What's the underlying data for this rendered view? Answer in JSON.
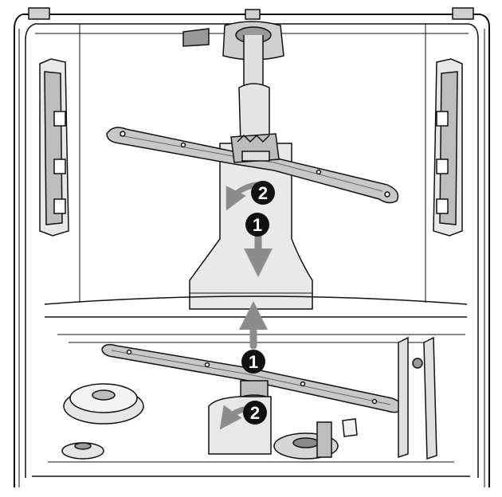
{
  "diagram": {
    "callouts": {
      "upper_down": "1",
      "upper_rotate": "2",
      "lower_up": "1",
      "lower_rotate": "2"
    },
    "colors": {
      "line": "#111111",
      "fill_light": "#eeeeee",
      "fill_mid": "#d6d6d6",
      "fill_dark": "#8a8a8a",
      "arrow": "#8c8c8c",
      "badge": "#111111"
    }
  }
}
